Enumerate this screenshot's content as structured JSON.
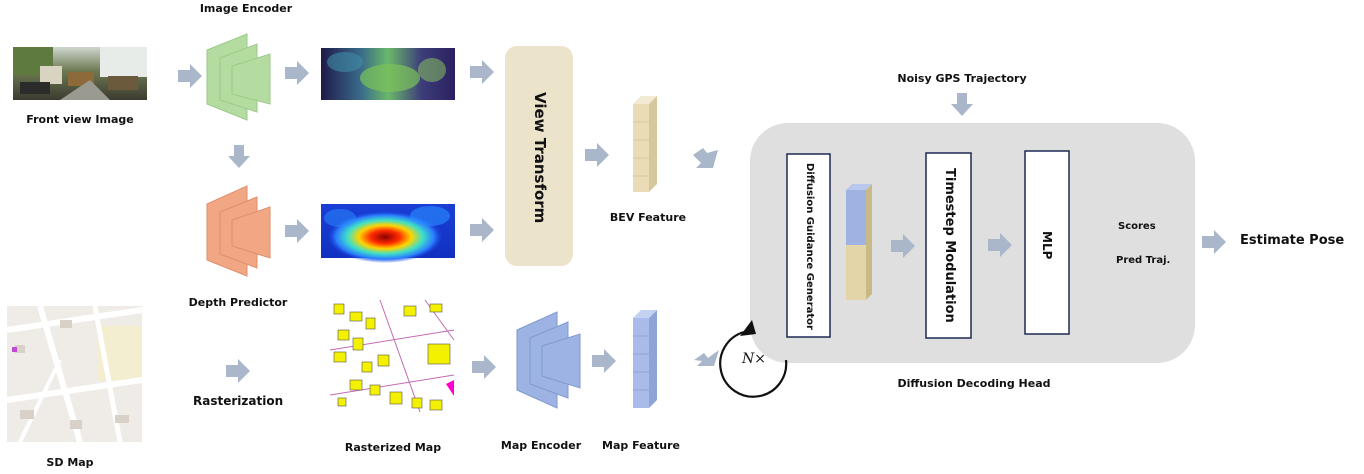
{
  "labels": {
    "image_encoder": "Image Encoder",
    "front_view_image": "Front view Image",
    "depth_predictor": "Depth Predictor",
    "rasterization": "Rasterization",
    "sd_map": "SD Map",
    "rasterized_map": "Rasterized Map",
    "map_encoder": "Map Encoder",
    "map_feature": "Map Feature",
    "view_transform": "View Transform",
    "bev_feature": "BEV Feature",
    "noisy_gps": "Noisy GPS Trajectory",
    "diffusion_guidance_generator": "Diffusion Guidance Generator",
    "timestep_modulation": "Timestep Modulation",
    "mlp": "MLP",
    "scores": "Scores",
    "pred_traj": "Pred Traj.",
    "estimate_pose": "Estimate Pose",
    "diffusion_decoding_head": "Diffusion Decoding Head",
    "n_times": "N×"
  },
  "colors": {
    "arrow": "#aab6c9",
    "image_encoder": "#b5dca0",
    "depth_predictor": "#f2a784",
    "map_encoder": "#9db3e3",
    "view_transform": "#ece3cb",
    "bev_feature": "#e9dcb7",
    "map_feature": "#a9bce9",
    "decoding_head_bg": "#dfdfdf",
    "guidance_top": "#9fb3e2",
    "guidance_bottom": "#e4d5a8"
  }
}
